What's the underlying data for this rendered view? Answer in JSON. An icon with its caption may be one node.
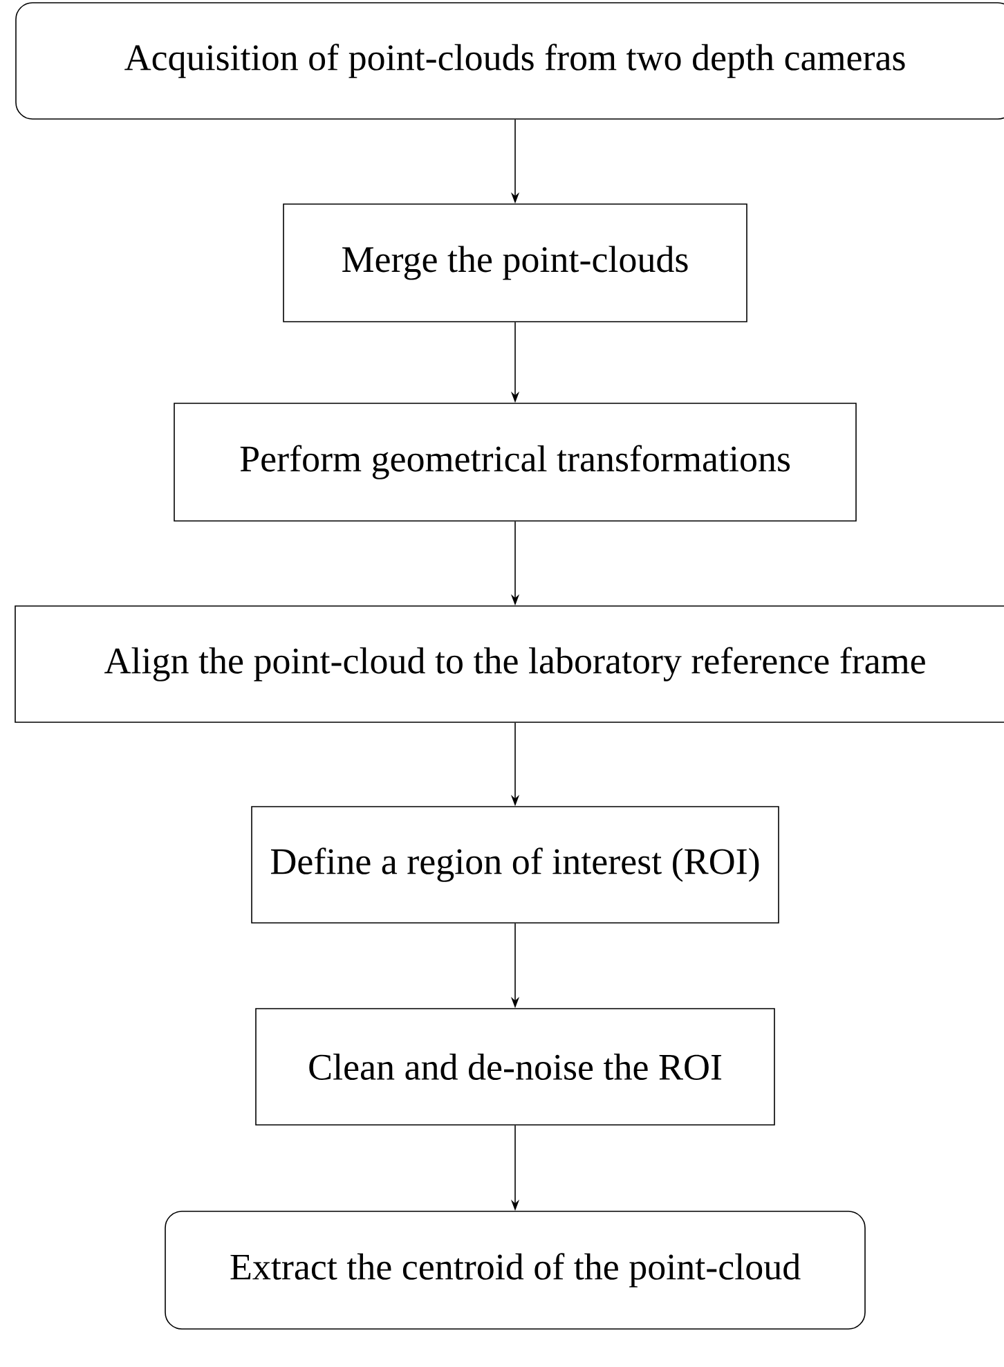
{
  "diagram": {
    "nodes": [
      {
        "text": [
          "Acquisition of point-clouds from two depth cameras"
        ]
      },
      {
        "text": [
          "Merge the point-clouds"
        ]
      },
      {
        "text": [
          "Perform geometrical transformations"
        ]
      },
      {
        "text": [
          "Align the point-cloud to the laboratory reference frame"
        ]
      },
      {
        "text": [
          "Define a region of interest (ROI)"
        ]
      },
      {
        "text": [
          "Clean and de-noise the ROI"
        ]
      },
      {
        "text": [
          "Extract the centroid of the point-cloud"
        ]
      }
    ],
    "edges": [
      {
        "from": 0,
        "to": 1,
        "arrow": "to"
      },
      {
        "from": 1,
        "to": 2,
        "arrow": "to"
      },
      {
        "from": 2,
        "to": 3,
        "arrow": "to"
      },
      {
        "from": 3,
        "to": 4,
        "arrow": "to"
      },
      {
        "from": 4,
        "to": 5,
        "arrow": "to"
      },
      {
        "from": 5,
        "to": 6,
        "arrow": "to"
      }
    ]
  }
}
